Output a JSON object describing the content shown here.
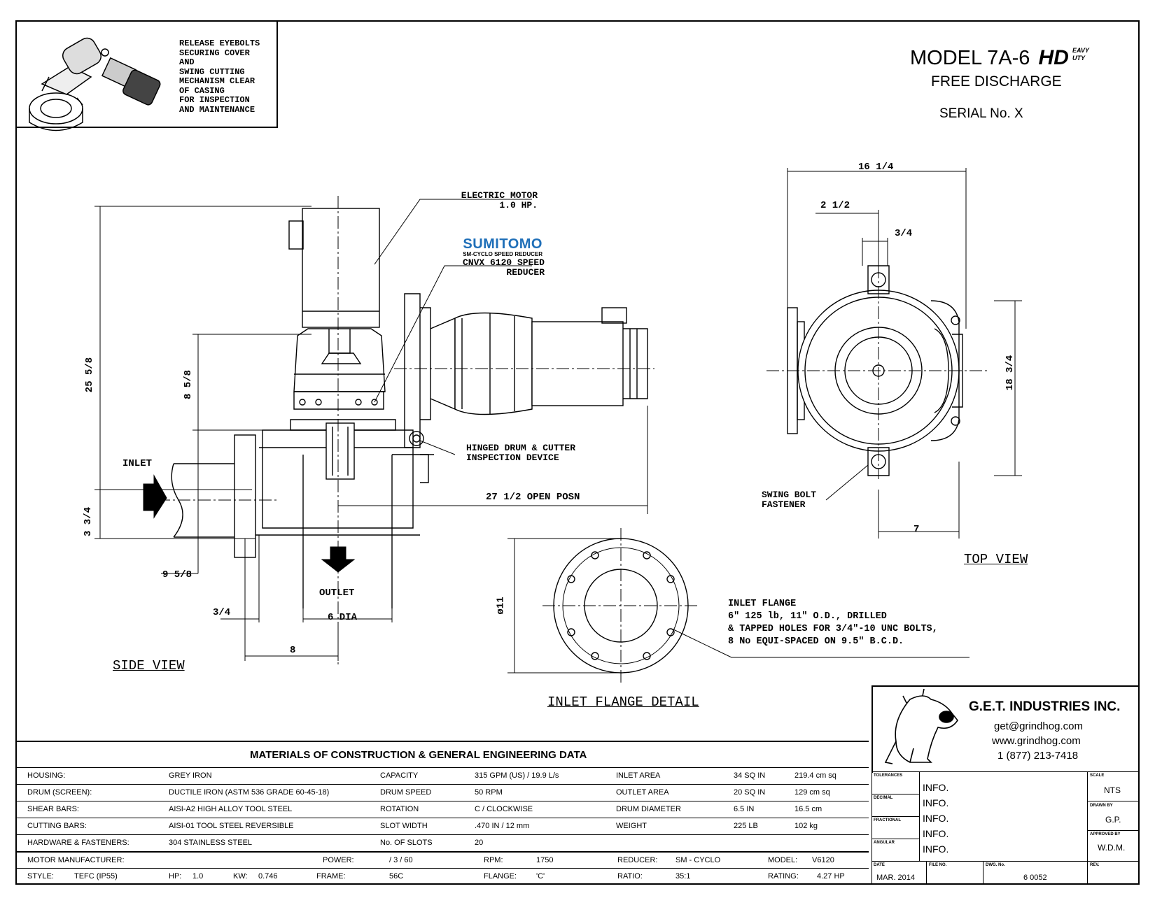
{
  "header": {
    "model_title": "MODEL 7A-6",
    "model_suffix_top": "EAVY",
    "model_suffix_bottom": "UTY",
    "model_hd": "HD",
    "subtitle": "FREE DISCHARGE",
    "serial": "SERIAL No.  X"
  },
  "inset_note": {
    "lines": [
      "RELEASE EYEBOLTS",
      "SECURING COVER",
      "AND",
      "SWING CUTTING",
      "MECHANISM CLEAR",
      "OF CASING",
      "FOR INSPECTION",
      "AND MAINTENANCE"
    ]
  },
  "side_view": {
    "motor_label_1": "ELECTRIC MOTOR",
    "motor_label_2": "1.0 HP.",
    "brand": "SUMITOMO",
    "brand_sub": "SM-CYCLO SPEED REDUCER",
    "reducer_1": "CNVX 6120 SPEED",
    "reducer_2": "REDUCER",
    "hinged_1": "HINGED DRUM & CUTTER",
    "hinged_2": "INSPECTION DEVICE",
    "open_posn": "27 1/2 OPEN POSN",
    "inlet": "INLET",
    "outlet": "OUTLET",
    "dim_25_5_8": "25 5/8",
    "dim_8_5_8": "8 5/8",
    "dim_3_3_4": "3 3/4",
    "dim_9_5_8": "9 5/8",
    "dim_3_4": "3/4",
    "dim_6_dia": "6 DIA",
    "dim_8": "8",
    "title": "SIDE VIEW"
  },
  "top_view": {
    "dim_16_1_4": "16 1/4",
    "dim_2_1_2": "2 1/2",
    "dim_3_4": "3/4",
    "dim_18_3_4": "18 3/4",
    "dim_7": "7",
    "swing_1": "SWING BOLT",
    "swing_2": "FASTENER",
    "title": "TOP VIEW"
  },
  "flange_detail": {
    "dim_dia": "ø11",
    "note_lines": [
      "INLET FLANGE",
      "6\" 125 lb, 11\" O.D., DRILLED",
      "& TAPPED HOLES FOR 3/4\"-10 UNC BOLTS,",
      "8 No EQUI-SPACED ON 9.5\" B.C.D."
    ],
    "title": "INLET FLANGE DETAIL"
  },
  "company": {
    "name": "G.E.T. INDUSTRIES INC.",
    "email": "get@grindhog.com",
    "web": "www.grindhog.com",
    "phone": "1 (877) 213-7418"
  },
  "title_block": {
    "labels": [
      "TOLERANCES",
      "DECIMAL",
      "FRACTIONAL",
      "ANGULAR"
    ],
    "infos": [
      "INFO.",
      "INFO.",
      "INFO.",
      "INFO.",
      "INFO."
    ],
    "scale_label": "SCALE",
    "scale": "NTS",
    "drawn_label": "DRAWN BY",
    "drawn": "G.P.",
    "approved_label": "APPROVED BY",
    "approved": "W.D.M.",
    "date_label": "DATE",
    "date": "MAR. 2014",
    "file_label": "FILE NO.",
    "dwg_label": "DWG. No.",
    "dwg": "6 0052",
    "rev_label": "REV."
  },
  "materials": {
    "title": "MATERIALS OF CONSTRUCTION & GENERAL ENGINEERING DATA",
    "rows": [
      [
        "HOUSING:",
        "GREY IRON",
        "CAPACITY",
        "315 GPM (US) / 19.9 L/s",
        "INLET AREA",
        "34 SQ IN",
        "219.4 cm sq"
      ],
      [
        "DRUM (SCREEN):",
        "DUCTILE IRON (ASTM 536 GRADE 60-45-18)",
        "DRUM SPEED",
        "50 RPM",
        "OUTLET AREA",
        "20 SQ IN",
        "129 cm sq"
      ],
      [
        "SHEAR BARS:",
        "AISI-A2 HIGH ALLOY TOOL STEEL",
        "ROTATION",
        "C / CLOCKWISE",
        "DRUM DIAMETER",
        "6.5 IN",
        "16.5 cm"
      ],
      [
        "CUTTING BARS:",
        "AISI-01 TOOL STEEL REVERSIBLE",
        "SLOT WIDTH",
        ".470 IN / 12 mm",
        "WEIGHT",
        "225 LB",
        "102 kg"
      ],
      [
        "HARDWARE & FASTENERS:",
        "304 STAINLESS STEEL",
        "No. OF SLOTS",
        "20",
        "",
        "",
        ""
      ]
    ],
    "motor_row": [
      "MOTOR MANUFACTURER:",
      "POWER:",
      "/ 3 / 60",
      "RPM:",
      "1750",
      "REDUCER:",
      "SM - CYCLO",
      "MODEL:",
      "V6120"
    ],
    "style_row": [
      "STYLE:",
      "TEFC (IP55)",
      "HP:",
      "1.0",
      "KW:",
      "0.746",
      "FRAME:",
      "56C",
      "FLANGE:",
      "'C'",
      "RATIO:",
      "35:1",
      "RATING:",
      "4.27 HP"
    ]
  },
  "colors": {
    "brand_blue": "#1f6fb8",
    "line": "#000000"
  }
}
